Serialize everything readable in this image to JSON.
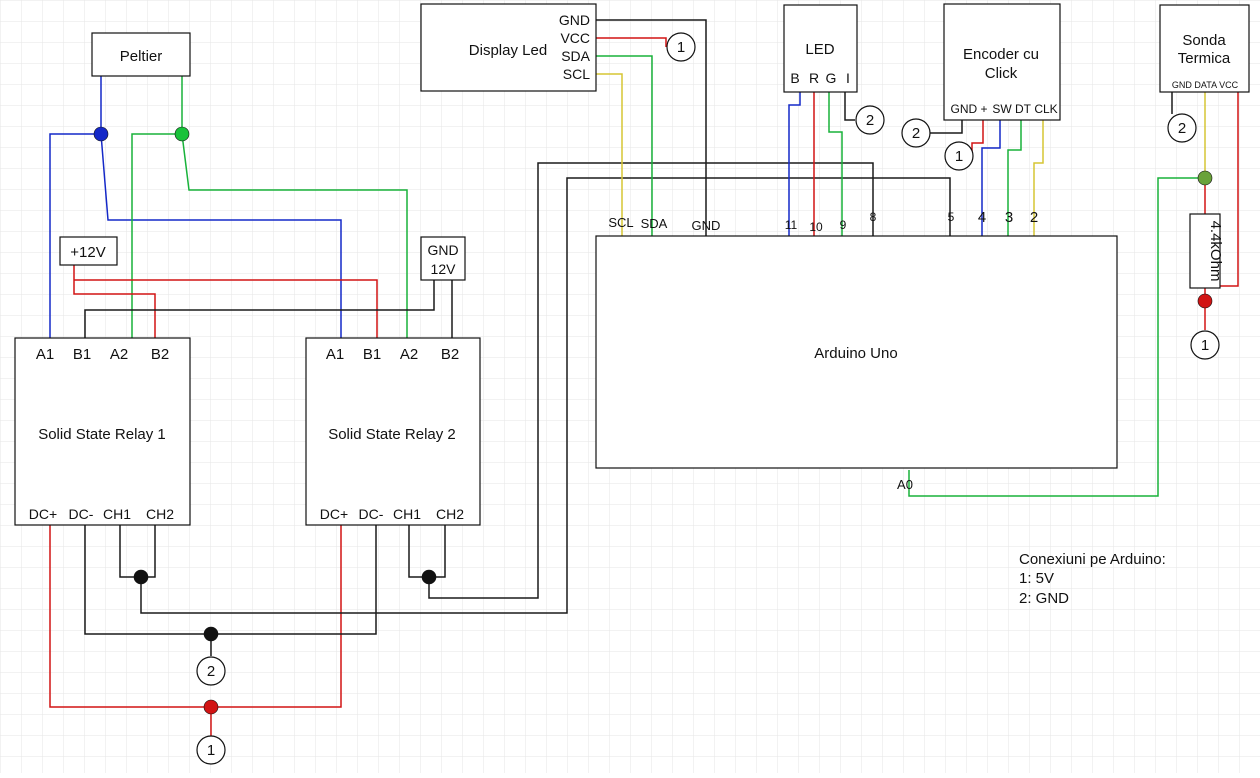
{
  "peltier": {
    "label": "Peltier"
  },
  "display": {
    "label": "Display Led",
    "pins": [
      "GND",
      "VCC",
      "SDA",
      "SCL"
    ]
  },
  "led": {
    "label": "LED",
    "pins": [
      "B",
      "R",
      "G",
      "I"
    ]
  },
  "encoder": {
    "label_line1": "Encoder cu",
    "label_line2": "Click",
    "pins": [
      "GND +",
      "SW",
      "DT",
      "CLK"
    ]
  },
  "probe": {
    "label_line1": "Sonda",
    "label_line2": "Termica",
    "pins": [
      "GND DATA VCC"
    ]
  },
  "supply_pos": {
    "label": "+12V"
  },
  "supply_gnd": {
    "label_line1": "GND",
    "label_line2": "12V"
  },
  "relay1": {
    "label": "Solid State Relay 1",
    "top_pins": [
      "A1",
      "B1",
      "A2",
      "B2"
    ],
    "bottom_pins": [
      "DC+",
      "DC-",
      "CH1",
      "CH2"
    ]
  },
  "relay2": {
    "label": "Solid State Relay 2",
    "top_pins": [
      "A1",
      "B1",
      "A2",
      "B2"
    ],
    "bottom_pins": [
      "DC+",
      "DC-",
      "CH1",
      "CH2"
    ]
  },
  "arduino": {
    "label": "Arduino Uno",
    "top_pins": [
      "SCL",
      "SDA",
      "GND",
      "11",
      "10",
      "9",
      "8",
      "5",
      "4",
      "3",
      "2"
    ],
    "bottom_pin": "A0"
  },
  "resistor": {
    "label": "4.4kOhm"
  },
  "net_markers": {
    "vcc": "1",
    "gnd": "2"
  },
  "legend": {
    "title": "Conexiuni pe Arduino:",
    "line1": "1: 5V",
    "line2": "2: GND"
  },
  "colors": {
    "red": "#d21414",
    "green": "#18b23a",
    "blue": "#1428c8",
    "yellow": "#d6c534",
    "black": "#1a1a1a",
    "grid": "#e6e6e6"
  }
}
